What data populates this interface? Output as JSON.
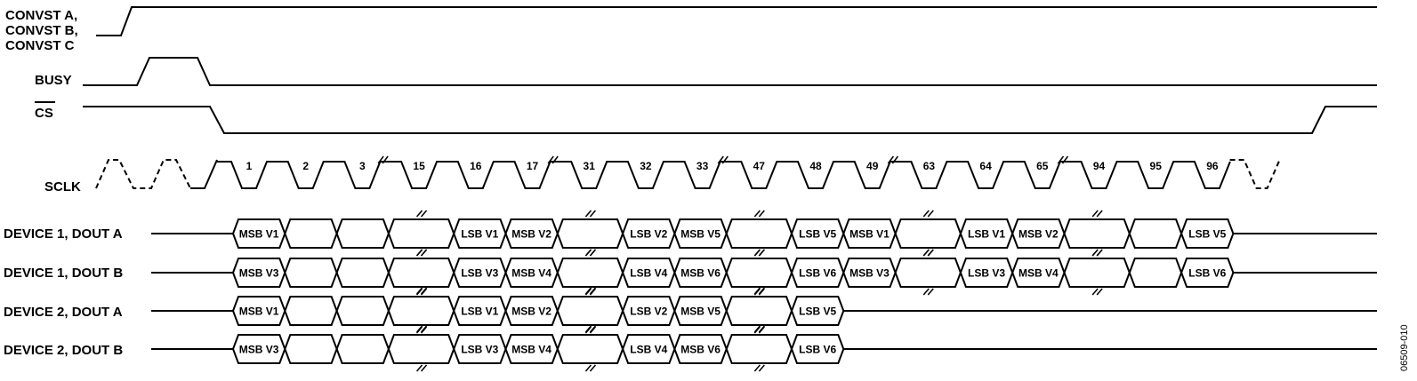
{
  "signals": {
    "convst": [
      "CONVST A,",
      "CONVST B,",
      "CONVST C"
    ],
    "busy": "BUSY",
    "cs": "CS",
    "sclk": "SCLK",
    "dout": [
      "DEVICE 1, DOUT A",
      "DEVICE 1, DOUT B",
      "DEVICE 2, DOUT A",
      "DEVICE 2, DOUT B"
    ]
  },
  "sclk_numbers": [
    "1",
    "2",
    "3",
    "15",
    "16",
    "17",
    "31",
    "32",
    "33",
    "47",
    "48",
    "49",
    "63",
    "64",
    "65",
    "94",
    "95",
    "96"
  ],
  "buses": [
    [
      "MSB V1",
      "",
      "",
      "",
      "LSB V1",
      "MSB V2",
      "",
      "LSB V2",
      "MSB V5",
      "",
      "LSB V5",
      "MSB V1",
      "",
      "LSB V1",
      "MSB V2",
      "",
      "",
      "LSB V5"
    ],
    [
      "MSB V3",
      "",
      "",
      "",
      "LSB V3",
      "MSB V4",
      "",
      "LSB V4",
      "MSB V6",
      "",
      "LSB V6",
      "MSB V3",
      "",
      "LSB V3",
      "MSB V4",
      "",
      "",
      "LSB V6"
    ],
    [
      "MSB V1",
      "",
      "",
      "",
      "LSB V1",
      "MSB V2",
      "",
      "LSB V2",
      "MSB V5",
      "",
      "LSB V5"
    ],
    [
      "MSB V3",
      "",
      "",
      "",
      "LSB V3",
      "MSB V4",
      "",
      "LSB V4",
      "MSB V6",
      "",
      "LSB V6"
    ]
  ],
  "figure_id": "06509-010"
}
